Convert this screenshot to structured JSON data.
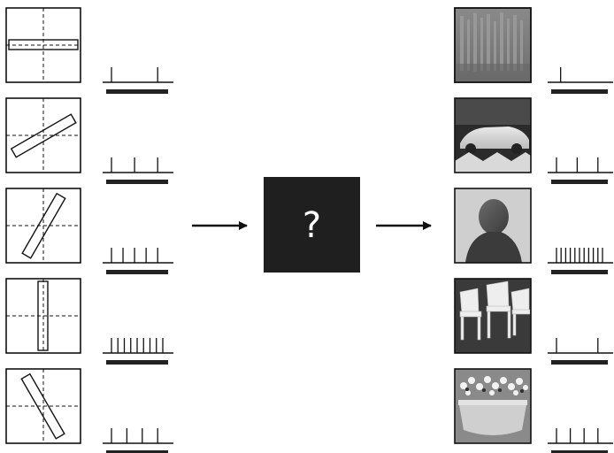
{
  "center_box": {
    "label": "?",
    "fill": "#1f1f1f"
  },
  "colors": {
    "ink": "#222222",
    "line": "#111111"
  },
  "input_stimuli": [
    {
      "id": "horizontal-bar",
      "spikes": 2
    },
    {
      "id": "tilted-bar-30deg",
      "spikes": 3
    },
    {
      "id": "tilted-bar-60deg",
      "spikes": 5
    },
    {
      "id": "vertical-bar",
      "spikes": 9
    },
    {
      "id": "tilted-bar-minus-60deg",
      "spikes": 4
    }
  ],
  "natural_images": [
    {
      "id": "image-cityscape",
      "spikes": 1
    },
    {
      "id": "image-car",
      "spikes": 3
    },
    {
      "id": "image-statue-head",
      "spikes": 11
    },
    {
      "id": "image-chairs",
      "spikes": 2
    },
    {
      "id": "image-flower-pot",
      "spikes": 4
    }
  ],
  "arrows": [
    "arrow-right-icon",
    "arrow-right-icon"
  ]
}
